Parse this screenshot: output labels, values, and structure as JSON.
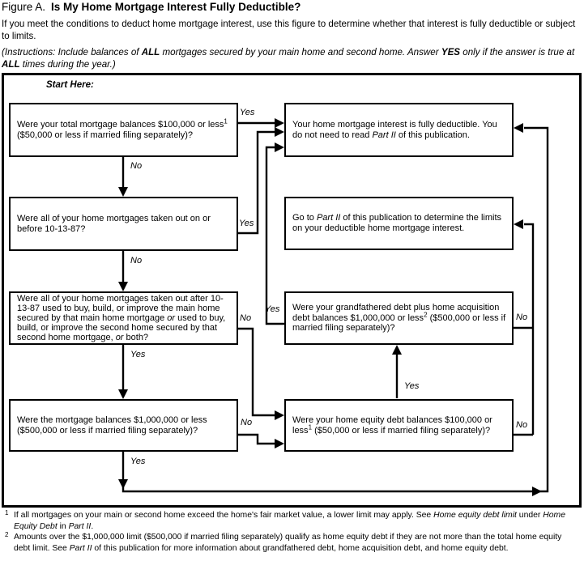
{
  "header": {
    "figure_label": "Figure A.",
    "title": "Is My Home Mortgage Interest Fully Deductible?",
    "intro": "If you meet the conditions to deduct home mortgage interest, use this figure to determine whether that interest is fully deductible or subject to limits.",
    "instructions": {
      "p1": "(Instructions: Include balances of ",
      "b1": "ALL",
      "p2": " mortgages secured by your main home and second home. Answer ",
      "b2": "YES",
      "p3": " only if the answer is true at ",
      "b3": "ALL",
      "p4": " times during the year.)"
    }
  },
  "flowchart": {
    "start_here": "Start Here:",
    "labels": {
      "yes": "Yes",
      "no": "No"
    },
    "boxes": {
      "q_total_balances": {
        "p1": "Were your total mortgage balances $100,000 or less",
        "sup": "1",
        "p2": " ($50,000 or less if married filing separately)?"
      },
      "result_fully_deductible": {
        "p1": "Your home mortgage interest is fully deductible. You do not need to read ",
        "i1": "Part II",
        "p2": " of this publication."
      },
      "q_before_101387": "Were all of your home mortgages taken out on or before 10-13-87?",
      "result_go_part2": {
        "p1": "Go to ",
        "i1": "Part II",
        "p2": " of this publication to determine the limits on your deductible home mortgage interest."
      },
      "q_buy_build_improve": {
        "p1": "Were all of your home mortgages taken out after 10-13-87 used to buy, build, or improve the main home secured by that main home mortgage ",
        "i1": "or",
        "p2": " used to buy, build, or improve the second home secured by that second home mortgage, ",
        "i2": "or",
        "p3": " both?"
      },
      "q_grandfathered_debt": {
        "p1": "Were your grandfathered debt plus home acquisition debt balances $1,000,000 or less",
        "sup": "2",
        "p2": " ($500,000 or less if married filing separately)?"
      },
      "q_balances_1m": "Were the mortgage balances $1,000,000 or less ($500,000 or less if married filing separately)?",
      "q_home_equity_debt": {
        "p1": "Were your home equity debt balances $100,000 or less",
        "sup": "1",
        "p2": " ($50,000 or less if married filing separately)?"
      }
    }
  },
  "footnotes": {
    "f1": {
      "sup": "1",
      "p1": "If all mortgages on your main or second home exceed the home's fair market value, a lower limit may apply. See ",
      "i1": "Home equity debt limit",
      "p2": " under ",
      "i2": "Home Equity Debt",
      "p3": " in ",
      "i3": "Part II",
      "p4": "."
    },
    "f2": {
      "sup": "2",
      "p1": "Amounts over the $1,000,000 limit ($500,000 if married filing separately) qualify as home equity debt if they are not more than the total home equity debt limit. See ",
      "i1": "Part II",
      "p2": " of this publication for more information about grandfathered debt, home acquisition debt, and home equity debt."
    }
  }
}
